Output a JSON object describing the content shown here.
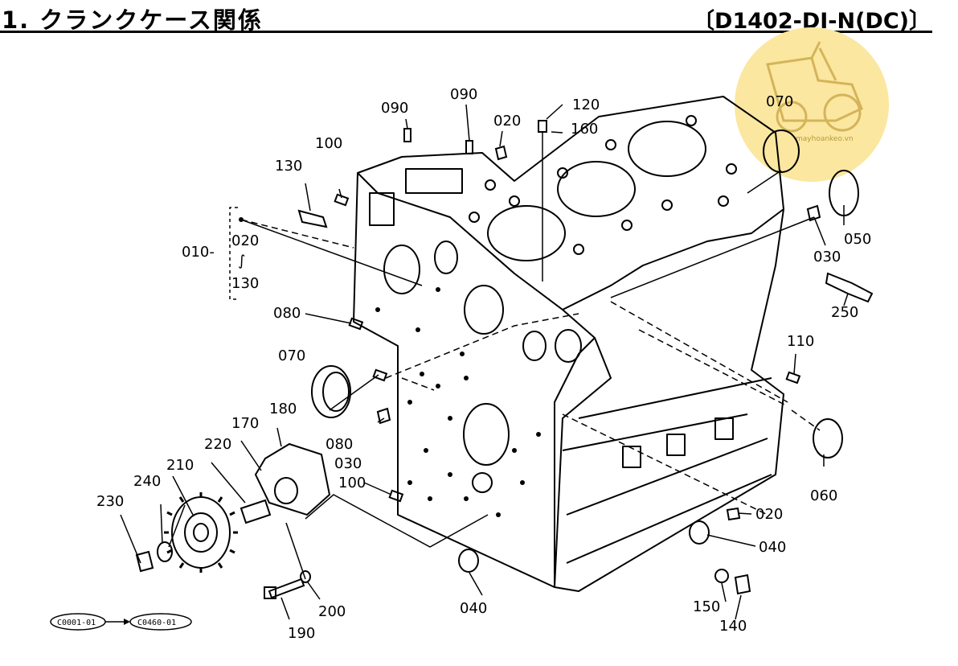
{
  "header": {
    "title": "1. クランクケース関係",
    "model": "〔D1402-DI-N(DC)〕"
  },
  "watermark": {
    "text": "mayhoankeo.vn",
    "color": "#fbe7a0"
  },
  "group_bracket": {
    "label_top": "020",
    "label_mid": "∫",
    "label_bottom": "130"
  },
  "parts": [
    {
      "id": "p010",
      "text": "010-"
    },
    {
      "id": "p020a",
      "text": "020"
    },
    {
      "id": "p020b",
      "text": "020"
    },
    {
      "id": "p030a",
      "text": "030"
    },
    {
      "id": "p030b",
      "text": "030"
    },
    {
      "id": "p040a",
      "text": "040"
    },
    {
      "id": "p040b",
      "text": "040"
    },
    {
      "id": "p050",
      "text": "050"
    },
    {
      "id": "p060",
      "text": "060"
    },
    {
      "id": "p070a",
      "text": "070"
    },
    {
      "id": "p070b",
      "text": "070"
    },
    {
      "id": "p080a",
      "text": "080"
    },
    {
      "id": "p080b",
      "text": "080"
    },
    {
      "id": "p090a",
      "text": "090"
    },
    {
      "id": "p090b",
      "text": "090"
    },
    {
      "id": "p100a",
      "text": "100"
    },
    {
      "id": "p100b",
      "text": "100"
    },
    {
      "id": "p110",
      "text": "110"
    },
    {
      "id": "p120",
      "text": "120"
    },
    {
      "id": "p130",
      "text": "130"
    },
    {
      "id": "p140",
      "text": "140"
    },
    {
      "id": "p150",
      "text": "150"
    },
    {
      "id": "p160",
      "text": "160"
    },
    {
      "id": "p170",
      "text": "170"
    },
    {
      "id": "p180",
      "text": "180"
    },
    {
      "id": "p190",
      "text": "190"
    },
    {
      "id": "p200",
      "text": "200"
    },
    {
      "id": "p210",
      "text": "210"
    },
    {
      "id": "p220",
      "text": "220"
    },
    {
      "id": "p230",
      "text": "230"
    },
    {
      "id": "p240",
      "text": "240"
    },
    {
      "id": "p250",
      "text": "250"
    }
  ],
  "refs": {
    "from": "C0001-01",
    "to": "C0460-01"
  }
}
